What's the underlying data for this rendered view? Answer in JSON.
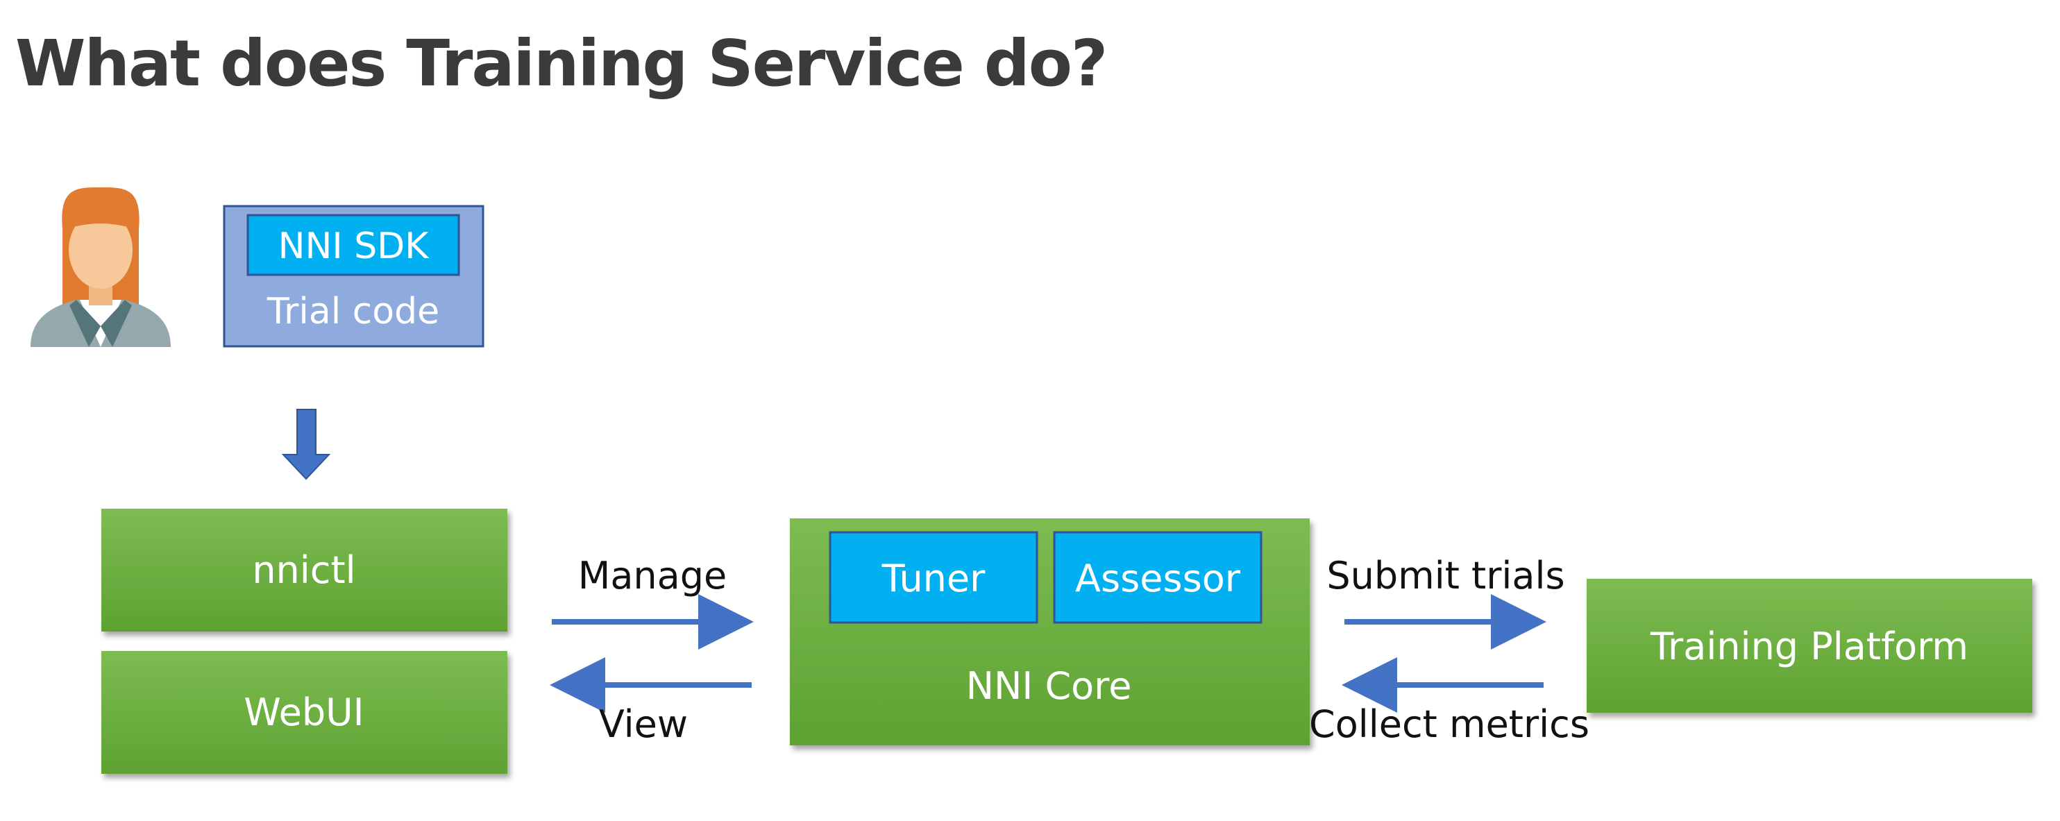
{
  "title": "What does Training Service do?",
  "user": {
    "icon": "user-avatar-icon"
  },
  "trial_box": {
    "sdk_label": "NNI SDK",
    "code_label": "Trial code"
  },
  "left_stack": {
    "top_label": "nnictl",
    "bottom_label": "WebUI"
  },
  "core": {
    "tuner_label": "Tuner",
    "assessor_label": "Assessor",
    "core_label": "NNI Core"
  },
  "platform": {
    "label": "Training Platform"
  },
  "edges": {
    "manage_label": "Manage",
    "view_label": "View",
    "submit_label": "Submit trials",
    "collect_label": "Collect metrics"
  },
  "colors": {
    "green_top": "#7cbb50",
    "green_bottom": "#5fa233",
    "blue_box": "#00b0f0",
    "blue_outline": "#2f5597",
    "trial_fill": "#8faadc",
    "arrow": "#4472c4"
  }
}
